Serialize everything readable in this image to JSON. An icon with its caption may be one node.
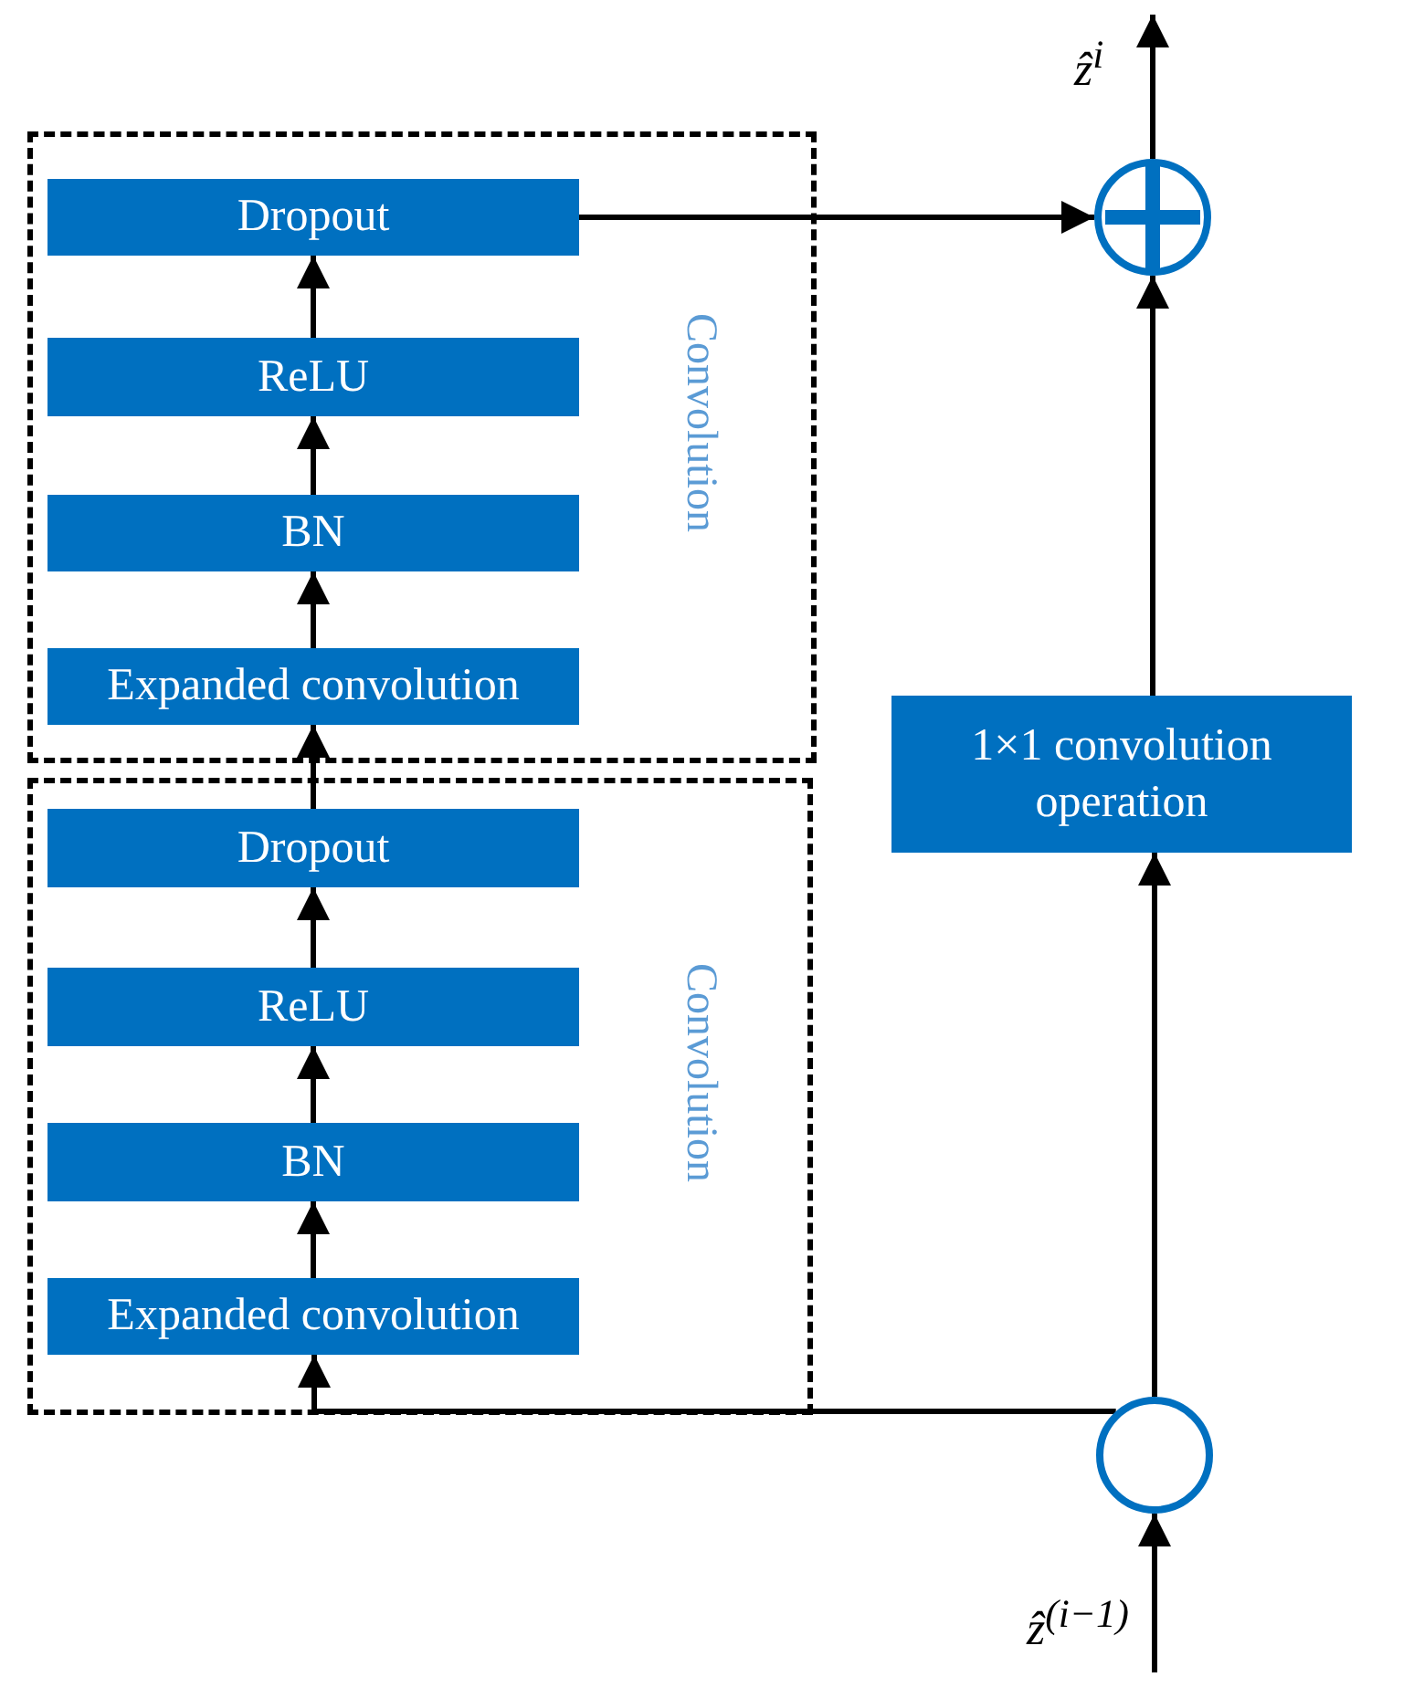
{
  "diagram": {
    "nodes": [
      {
        "text": [
          "Convolution"
        ]
      },
      {
        "text": [
          "Dropout"
        ],
        "in": 0
      },
      {
        "text": [
          "ReLU"
        ],
        "in": 0
      },
      {
        "text": [
          "BN"
        ],
        "in": 0
      },
      {
        "text": [
          "Expanded convolution"
        ],
        "in": 0
      },
      {
        "text": [
          "Convolution"
        ]
      },
      {
        "text": [
          "Dropout"
        ],
        "in": 5
      },
      {
        "text": [
          "ReLU"
        ],
        "in": 5
      },
      {
        "text": [
          "BN"
        ],
        "in": 5
      },
      {
        "text": [
          "Expanded convolution"
        ],
        "in": 5
      },
      {
        "text": [
          "1×1 convolution operation"
        ]
      },
      {
        "text": [],
        "shape": "circle"
      },
      {
        "text": [],
        "shape": "circle"
      }
    ],
    "edges": [
      {
        "from": 12,
        "to": 9,
        "arrow": "to"
      },
      {
        "from": 9,
        "to": 8,
        "arrow": "to"
      },
      {
        "from": 8,
        "to": 7,
        "arrow": "to"
      },
      {
        "from": 7,
        "to": 6,
        "arrow": "to"
      },
      {
        "from": 6,
        "to": 4,
        "arrow": "to"
      },
      {
        "from": 4,
        "to": 3,
        "arrow": "to"
      },
      {
        "from": 3,
        "to": 2,
        "arrow": "to"
      },
      {
        "from": 2,
        "to": 1,
        "arrow": "to"
      },
      {
        "from": 1,
        "to": 11,
        "arrow": "to"
      },
      {
        "from": 12,
        "to": 10,
        "arrow": "to"
      },
      {
        "from": 10,
        "to": 11,
        "arrow": "to"
      },
      {
        "from": 11,
        "to": null,
        "arrow": "to"
      },
      {
        "from": null,
        "to": 12,
        "arrow": "to"
      }
    ],
    "labels": [
      "ẑ$^{i}$",
      "ẑ$^{(i−1)}$"
    ]
  }
}
